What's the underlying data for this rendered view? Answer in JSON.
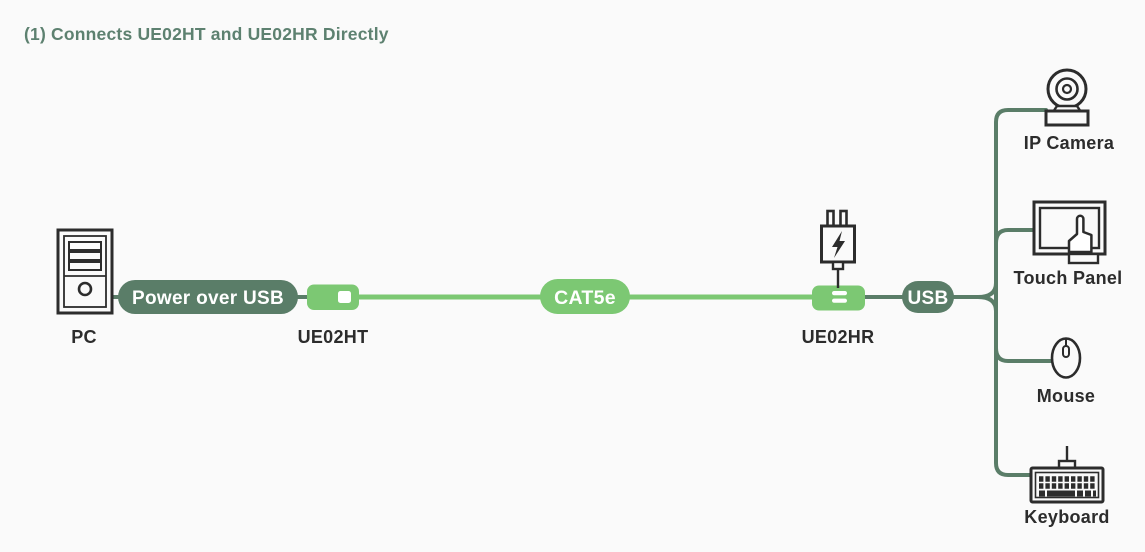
{
  "title": "(1) Connects UE02HT and UE02HR Directly",
  "diagram": {
    "source": {
      "label": "PC",
      "icon": "pc-tower-icon"
    },
    "devices": {
      "transmitter": {
        "label": "UE02HT"
      },
      "receiver": {
        "label": "UE02HR",
        "accessory_icon": "power-adapter-icon"
      }
    },
    "link_labels": {
      "power_over_usb": "Power over USB",
      "cat5e": "CAT5e",
      "usb": "USB"
    },
    "peripherals": [
      {
        "label": "IP Camera",
        "icon": "ip-camera-icon"
      },
      {
        "label": "Touch Panel",
        "icon": "touch-panel-icon"
      },
      {
        "label": "Mouse",
        "icon": "mouse-icon"
      },
      {
        "label": "Keyboard",
        "icon": "keyboard-icon"
      }
    ],
    "colors": {
      "accent_dark_green": "#5a7d68",
      "accent_light_green": "#7cc873",
      "ink": "#2c2c2c",
      "background": "#fafafa",
      "badge_text": "#ffffff"
    }
  }
}
